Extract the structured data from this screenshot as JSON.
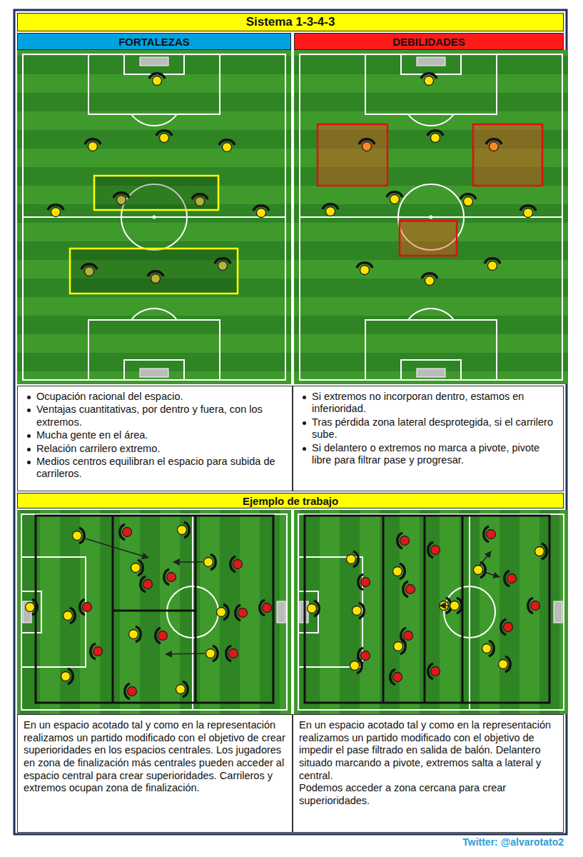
{
  "diagram": {
    "title": "Sistema 1-3-4-3",
    "nodes": [
      {
        "text": [
          "FORTALEZAS"
        ]
      },
      {
        "text": [
          "DEBILIDADES"
        ]
      },
      {
        "text": [
          "Ocupación racional del espacio.",
          "Ventajas cuantitativas, por dentro y fuera, con los extremos.",
          "Mucha gente en el área.",
          "Relación carrilero extremo.",
          "Medios centros equilibran el espacio para subida de carrileros."
        ]
      },
      {
        "text": [
          "Si extremos no incorporan dentro, estamos en inferioridad.",
          "Tras pérdida zona lateral desprotegida, si el carrilero sube.",
          "Si delantero o extremos no marca a pivote, pivote libre para filtrar pase y progresar."
        ]
      },
      {
        "text": [
          "Ejemplo de trabajo"
        ]
      },
      {
        "text": [
          "En un espacio acotado tal y como en la representación realizamos un partido modificado con el objetivo de crear superioridades en los espacios centrales. Los jugadores en zona de finalización más centrales pueden acceder al espacio central para crear superioridades. Carrileros y extremos ocupan zona de finalización."
        ]
      },
      {
        "text": [
          "En un espacio acotado tal y como en la representación realizamos un partido modificado con el objetivo de impedir el pase filtrado en salida de balón. Delantero situado marcando a pivote, extremos salta a lateral y central.",
          "Podemos acceder a zona cercana para crear superioridades."
        ]
      }
    ],
    "labels": [
      "Twitter: @alvarotato2"
    ]
  }
}
